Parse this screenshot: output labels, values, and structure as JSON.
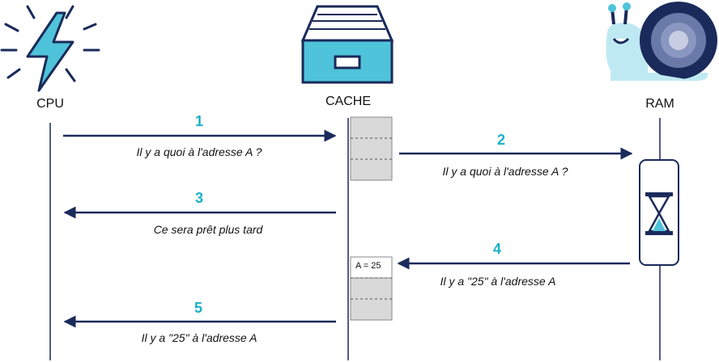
{
  "actors": {
    "cpu": "CPU",
    "cache": "CACHE",
    "ram": "RAM"
  },
  "steps": [
    {
      "number": "1",
      "text": "Il y a quoi à l'adresse A ?"
    },
    {
      "number": "2",
      "text": "Il y a quoi à l'adresse A ?"
    },
    {
      "number": "3",
      "text": "Ce sera prêt plus tard"
    },
    {
      "number": "4",
      "text": "Il y a \"25\" à l'adresse A"
    },
    {
      "number": "5",
      "text": "Il y a \"25\" à l'adresse A"
    }
  ],
  "cache_entry": "A = 25",
  "icons": {
    "cpu": "lightning-bolt-icon",
    "cache": "file-drawer-icon",
    "ram": "snail-icon",
    "wait": "hourglass-icon"
  },
  "colors": {
    "arrow": "#1a2a5a",
    "accent": "#1ab0c8",
    "cache_cell": "#d9d9d9",
    "icon_fill": "#4fc3d9",
    "icon_stroke": "#1a2a5a"
  }
}
